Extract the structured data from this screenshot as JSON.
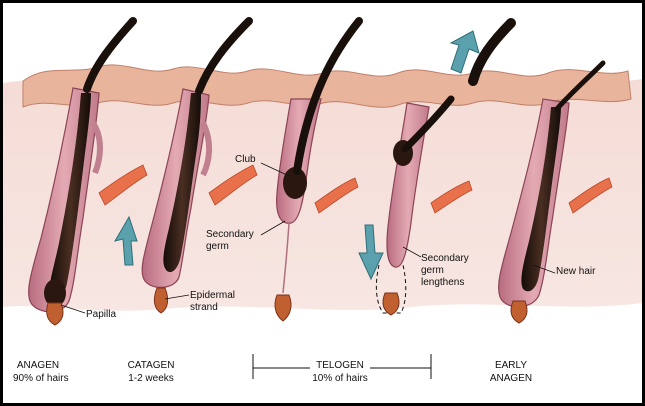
{
  "labels": {
    "papilla": "Papilla",
    "epidermal_strand_1": "Epidermal",
    "epidermal_strand_2": "strand",
    "club": "Club",
    "secondary_germ_1": "Secondary",
    "secondary_germ_2": "germ",
    "secondary_germ_lengthens_1": "Secondary",
    "secondary_germ_lengthens_2": "germ",
    "secondary_germ_lengthens_3": "lengthens",
    "new_hair": "New hair"
  },
  "stages": [
    {
      "name": "ANAGEN",
      "detail": "90% of hairs"
    },
    {
      "name": "CATAGEN",
      "detail": "1-2 weeks"
    },
    {
      "name": "TELOGEN",
      "detail": "10% of hairs"
    },
    {
      "name": "EARLY",
      "detail": "ANAGEN"
    }
  ],
  "colors": {
    "skin": "#f1d9d5",
    "epidermis": "#eab39a",
    "follicle": "#d89aa6",
    "follicle_dark": "#9c4a5c",
    "hair": "#2a1a14",
    "muscle": "#e8704a",
    "arrow": "#5aa1ad"
  }
}
